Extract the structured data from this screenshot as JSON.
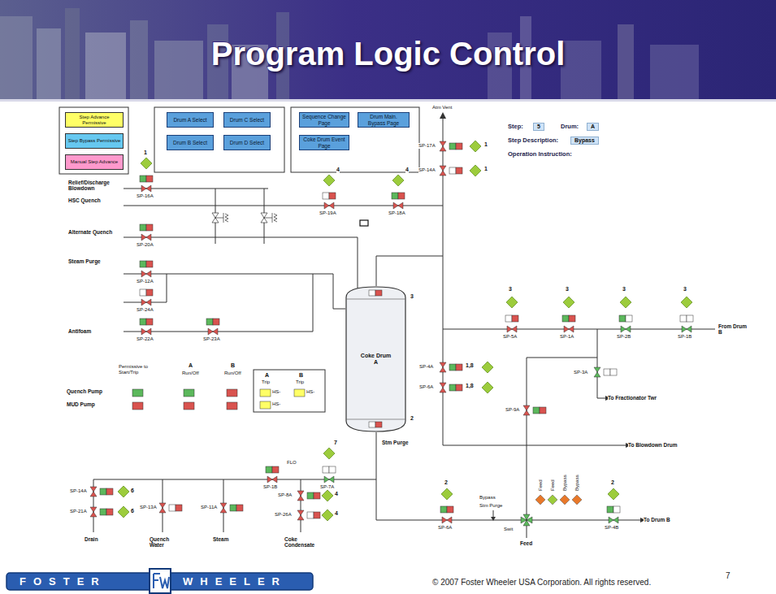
{
  "diagram": {
    "title": "Program Logic Control",
    "nodes": [
      {
        "text": [
          "Drum A Select"
        ]
      },
      {
        "text": [
          "Drum C Select"
        ]
      },
      {
        "text": [
          "Drum B Select"
        ]
      },
      {
        "text": [
          "Drum D Select"
        ]
      },
      {
        "text": [
          "Sequence Change Page"
        ]
      },
      {
        "text": [
          "Drum Main. Bypass Page"
        ]
      },
      {
        "text": [
          "Coke Drum Event Page"
        ]
      },
      {
        "text": [
          "Coke Drum A"
        ]
      }
    ],
    "labels": [
      "Relief/Discharge Blowdown",
      "HSC Quench",
      "Alternate Quench",
      "Steam Purge",
      "Antifoam",
      "1",
      "SP-16A",
      "4",
      "4",
      "SP-19A",
      "SP-18A",
      "Atm Vent",
      "1",
      "1",
      "SP-17A",
      "SP-14A",
      "SP-20A",
      "SP-12A",
      "SP-24A",
      "SP-22A",
      "SP-23A",
      "3",
      "2",
      "3",
      "3",
      "3",
      "3",
      "SP-5A",
      "SP-1A",
      "SP-2B",
      "SP-1B",
      "From Drum B",
      "SP-4A",
      "1,8",
      "SP-6A",
      "1,8",
      "SP-3A",
      "SP-9A",
      "To Fractionator Twr",
      "To Blowdown Drum",
      "Stm Purge",
      "Permissive to Start/Trip",
      "A",
      "Run/Off",
      "B",
      "Run/Off",
      "Quench Pump",
      "MUD Pump",
      "A",
      "Trip",
      "B",
      "Trip",
      "HS-",
      "HS-",
      "HS-",
      "7",
      "FLO",
      "SP-1B",
      "SP-7A",
      "SP-14A",
      "6",
      "SP-21A",
      "6",
      "SP-13A",
      "SP-11A",
      "SP-8A",
      "4",
      "SP-26A",
      "4",
      "Drain",
      "Quench Water",
      "Steam",
      "Coke Condensate",
      "2",
      "SP-6A",
      "Bypass",
      "Stm Purge",
      "Swit",
      "Feed",
      "Feed",
      "Feed",
      "Bypass",
      "Bypass",
      "2",
      "SP-4B",
      "To Drum B",
      "Step:",
      "5",
      "Drum:",
      "A",
      "Step Description:",
      "Bypass",
      "Operation Instruction:",
      "FOSTER",
      "WHEELER",
      "© 2007 Foster Wheeler USA Corporation. All rights reserved.",
      "7"
    ],
    "legend": [
      {
        "text": "Step Advance Permissive",
        "color": "#ffff66"
      },
      {
        "text": "Step Bypass Permissive",
        "color": "#66c8f0"
      },
      {
        "text": "Manual Step Advance",
        "color": "#ff99cc"
      }
    ]
  }
}
